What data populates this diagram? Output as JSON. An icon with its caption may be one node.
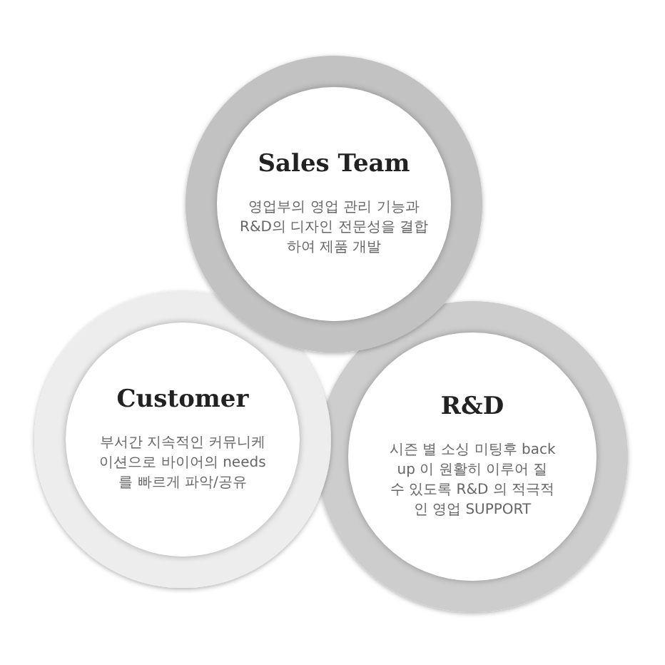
{
  "diagram": {
    "nodes": [
      {
        "text": [
          "Sales Team",
          "영업부의 영업 관리 기능과 R&D의 디자인 전문성을 결합하여 제품 개발"
        ]
      },
      {
        "text": [
          "Customer",
          "부서간 지속적인 커뮤니케이션으로 바이어의 needs 를 빠르게 파악/공유"
        ]
      },
      {
        "text": [
          "R&D",
          "시즌 별 소싱 미팅후 back up 이 원활히 이루어 질 수 있도록 R&D 의 적극적인 영업 SUPPORT"
        ]
      }
    ]
  }
}
